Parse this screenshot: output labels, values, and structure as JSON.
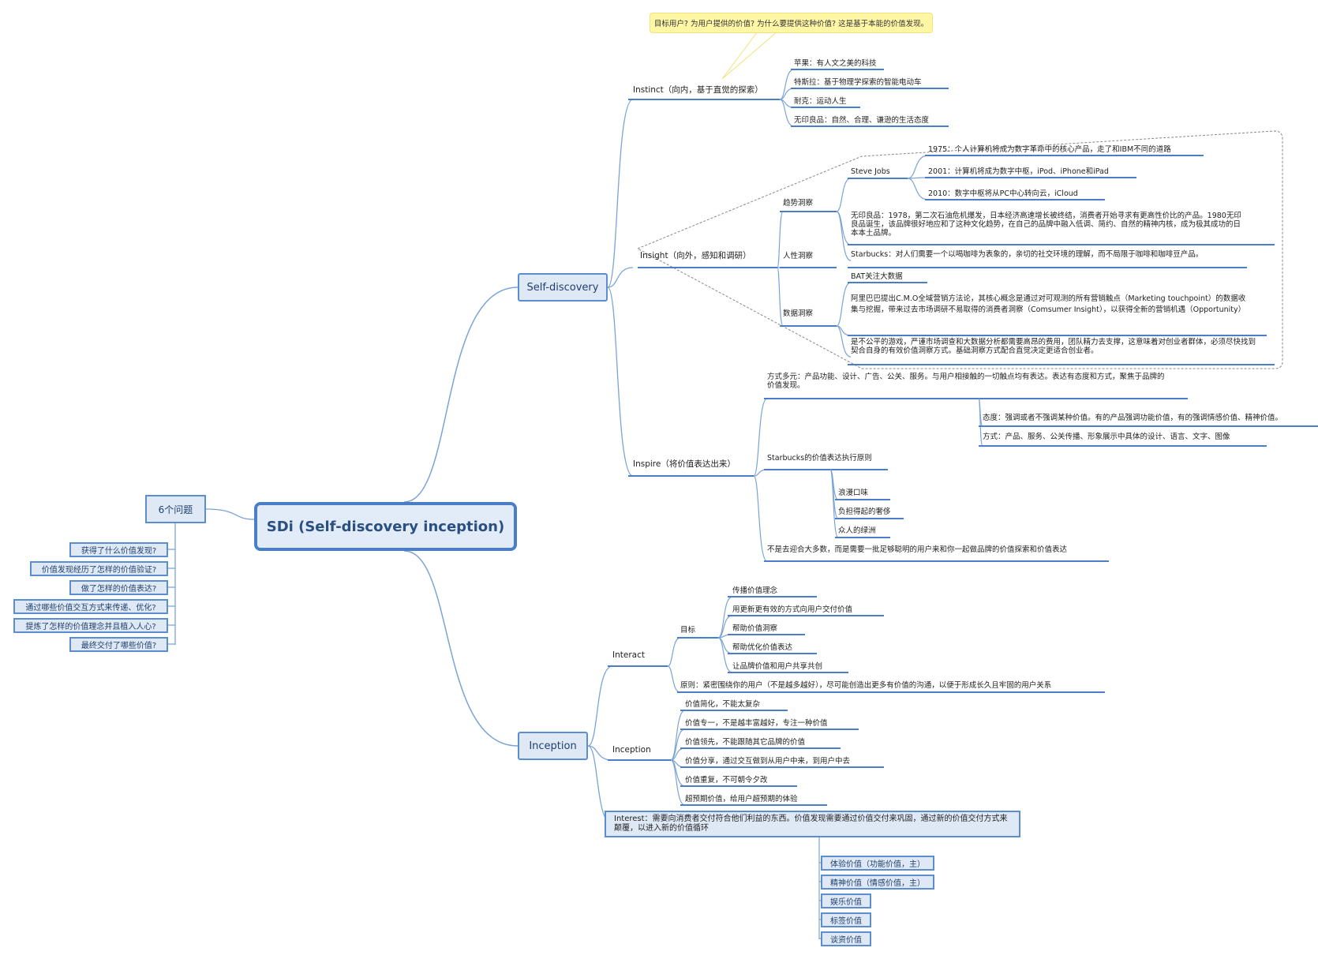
{
  "center": {
    "title": "SDi (Self-discovery inception)"
  },
  "questions": {
    "label": "6个问题",
    "items": [
      "获得了什么价值发现?",
      "价值发现经历了怎样的价值验证?",
      "做了怎样的价值表达?",
      "通过哪些价值交互方式来传递、优化?",
      "提炼了怎样的价值理念并且植入人心?",
      "最终交付了哪些价值?"
    ]
  },
  "self_discovery": {
    "label": "Self-discovery",
    "callout": "目标用户? 为用户提供的价值?  为什么要提供这种价值? 这是基于本能的价值发现。",
    "instinct": {
      "label": "Instinct（向内，基于直觉的探索）",
      "items": [
        "苹果：有人文之美的科技",
        "特斯拉：基于物理学探索的智能电动车",
        "耐克：运动人生",
        "无印良品：自然、合理、谦逊的生活态度"
      ]
    },
    "insight": {
      "label": "Insight（向外，感知和调研）",
      "trend": {
        "label": "趋势洞察",
        "jobs": {
          "label": "Steve Jobs",
          "items": [
            "1975：个人计算机将成为数字革命中的核心产品，走了和IBM不同的道路",
            "2001：计算机将成为数字中枢，iPod、iPhone和iPad",
            "2010：数字中枢将从PC中心转向云，iCloud"
          ]
        },
        "muji": "无印良品：1978，第二次石油危机爆发，日本经济高速增长被终结，消费者开始寻求有更高性价比的产品。1980无印良品诞生，该品牌很好地应和了这种文化趋势，在自己的品牌中融入低调、简约、自然的精神内核，成为极其成功的日本本土品牌。"
      },
      "human": {
        "label": "人性洞察",
        "text": "Starbucks：对人们需要一个以喝咖啡为表象的，亲切的社交环境的理解，而不局限于咖啡和咖啡豆产品。"
      },
      "data": {
        "label": "数据洞察",
        "items": [
          "BAT关注大数据",
          "阿里巴巴提出C.M.O全域营销方法论，其核心概念是通过对可观测的所有营销触点（Marketing touchpoint）的数据收集与挖掘，带来过去市场调研不易取得的消费者洞察（Comsumer Insight），以获得全新的营销机遇（Opportunity）",
          "是不公平的游戏，严谨市场调查和大数据分析都需要高昂的费用，团队精力去支撑，这意味着对创业者群体，必须尽快找到契合自身的有效价值洞察方式。基础洞察方式配合直觉决定更适合创业者。"
        ]
      }
    },
    "inspire": {
      "label": "Inspire（将价值表达出来）",
      "ways": {
        "text": "方式多元：产品功能、设计、广告、公关、服务。与用户相接触的一切触点均有表达。表达有态度和方式，聚焦于品牌的价值发现。",
        "items": [
          "态度：强调或者不强调某种价值。有的产品强调功能价值，有的强调情感价值、精神价值。",
          "方式：产品、服务、公关传播、形象展示中具体的设计、语言、文字、图像"
        ]
      },
      "starbucks": {
        "label": "Starbucks的价值表达执行原则",
        "items": [
          "浪漫口味",
          "负担得起的奢侈",
          "众人的绿洲"
        ]
      },
      "tail": "不是去迎合大多数，而是需要一批足够聪明的用户来和你一起做品牌的价值探索和价值表达"
    }
  },
  "inception": {
    "label": "Inception",
    "interact": {
      "label": "Interact",
      "goal": {
        "label": "目标",
        "items": [
          "传播价值理念",
          "用更新更有效的方式向用户交付价值",
          "帮助价值洞察",
          "帮助优化价值表达",
          "让品牌价值和用户共享共创"
        ]
      },
      "principle": "原则：紧密围绕你的用户（不是越多越好），尽可能创造出更多有价值的沟通，以便于形成长久且牢固的用户关系"
    },
    "inception_sub": {
      "label": "Inception",
      "items": [
        "价值简化，不能太复杂",
        "价值专一，不是越丰富越好，专注一种价值",
        "价值领先，不能跟随其它品牌的价值",
        "价值分享，通过交互做到从用户中来，到用户中去",
        "价值重复，不可朝令夕改",
        "超预期价值，给用户超预期的体验"
      ]
    },
    "interest": {
      "text": "Interest：需要向消费者交付符合他们利益的东西。价值发现需要通过价值交付来巩固，通过新的价值交付方式来颠覆，以进入新的价值循环",
      "items": [
        "体验价值（功能价值，主）",
        "精神价值（情感价值，主）",
        "娱乐价值",
        "标签价值",
        "谈资价值"
      ]
    }
  },
  "colors": {
    "line": "#7ba3d6",
    "underline": "#4a7fc8",
    "box_fill": "#dfe9f6",
    "box_border": "#5b8ed0",
    "callout": "#fff7a6",
    "insight_region": "#ececec"
  }
}
